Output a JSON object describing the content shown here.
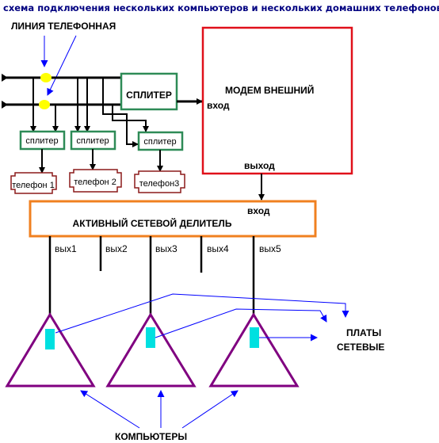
{
  "title": "схема подключения нескольких компьютеров и нескольких домашних телефонов",
  "labels": {
    "phone_line": "ЛИНИЯ ТЕЛЕФОННАЯ",
    "splitter_main": "СПЛИТЕР",
    "modem": "МОДЕМ ВНЕШНИЙ",
    "modem_in": "вход",
    "modem_out": "выход",
    "hub": "АКТИВНЫЙ СЕТЕВОЙ ДЕЛИТЕЛЬ",
    "hub_in": "вход",
    "network_cards": "ПЛАТЫ",
    "network_cards_2": "СЕТЕВЫЕ",
    "computers": "КОМПЬЮТЕРЫ"
  },
  "small_splitters": [
    "сплитер",
    "сплитер",
    "сплитер"
  ],
  "phones": [
    "телефон 1",
    "телефон 2",
    "телефон3"
  ],
  "outputs": [
    "вых1",
    "вых2",
    "вых3",
    "вых4",
    "вых5"
  ],
  "colors": {
    "title": "#000080",
    "splitter_border": "#2e8b57",
    "modem_border": "#e0101a",
    "hub_border": "#f08020",
    "triangle": "#800080",
    "card": "#00e0e0",
    "arrow_blue": "#0000ff",
    "junction": "#ffff00",
    "phone_border": "#8b1a1a"
  }
}
